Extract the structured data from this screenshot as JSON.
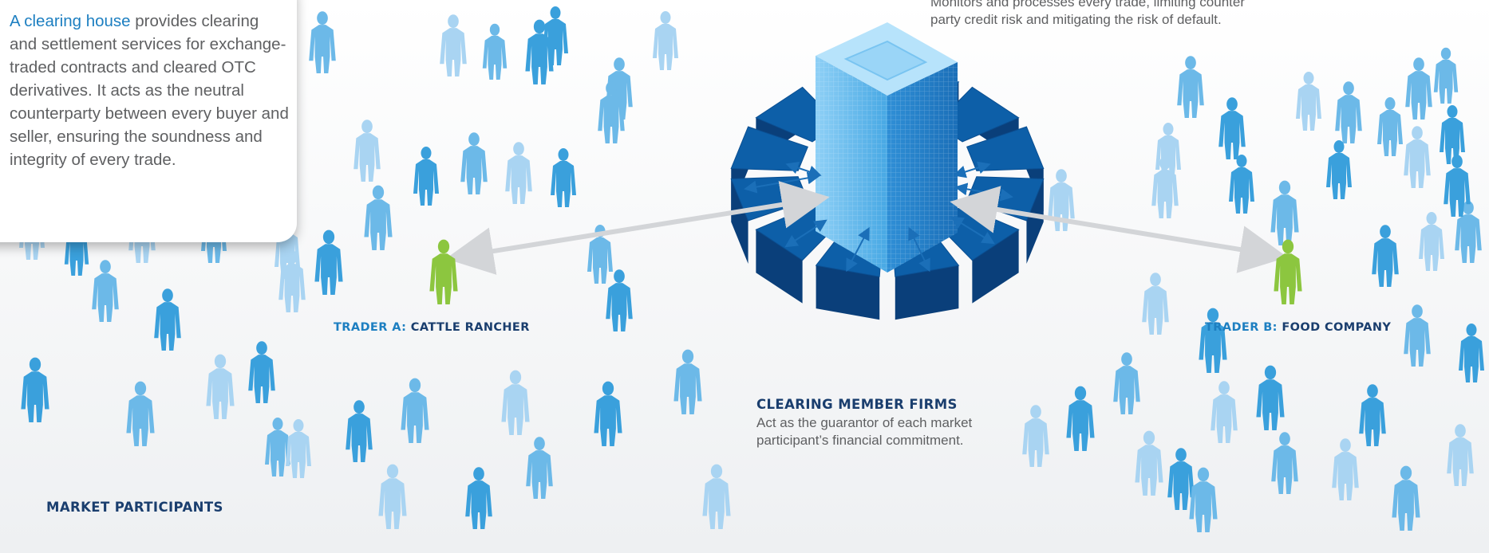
{
  "callout": {
    "highlight": "A clearing house",
    "text": " provides clearing and settlement services for exchange-traded contracts and cleared OTC derivatives. It acts as the neutral counterparty between every buyer and seller, ensuring the soundness and integrity of every trade."
  },
  "top_note": {
    "line1": "Monitors and processes every trade, limiting counter",
    "line2": "party credit risk and mitigating the risk of default."
  },
  "trader_a": {
    "prefix": "TRADER A:",
    "name": "CATTLE RANCHER"
  },
  "trader_b": {
    "prefix": "TRADER B:",
    "name": "FOOD COMPANY"
  },
  "members": {
    "title": "CLEARING MEMBER FIRMS",
    "line1": "Act as the guarantor of each market",
    "line2": "participant’s financial commitment."
  },
  "market": {
    "title": "MARKET PARTICIPANTS"
  },
  "colors": {
    "highlight": "#1d7fc1",
    "label_dark": "#1a3e6e",
    "trader_green": "#8cc63f",
    "person_mid": "#6cb9e8",
    "person_light": "#a9d4f2",
    "person_dark": "#3aa0dc",
    "building": "#5ab4ea",
    "segment_top": "#0d5fa8",
    "segment_side": "#0a3f7a"
  }
}
